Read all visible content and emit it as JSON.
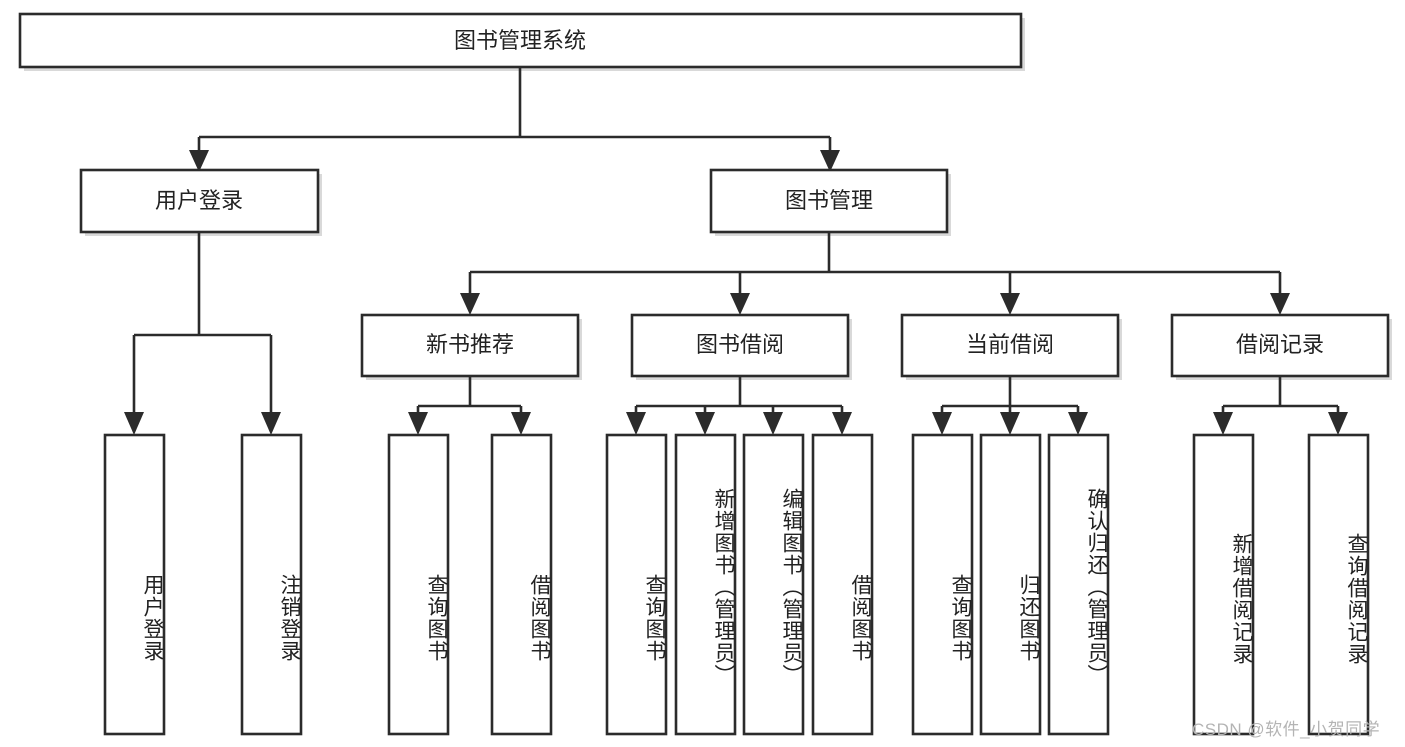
{
  "diagram": {
    "type": "hierarchy-tree",
    "title": "图书管理系统",
    "root": {
      "id": "root",
      "label": "图书管理系统"
    },
    "level2": [
      {
        "id": "user-login",
        "label": "用户登录"
      },
      {
        "id": "book-management",
        "label": "图书管理"
      }
    ],
    "level3": [
      {
        "id": "new-book-recommend",
        "label": "新书推荐",
        "parent": "book-management"
      },
      {
        "id": "book-borrow",
        "label": "图书借阅",
        "parent": "book-management"
      },
      {
        "id": "current-borrow",
        "label": "当前借阅",
        "parent": "book-management"
      },
      {
        "id": "borrow-record",
        "label": "借阅记录",
        "parent": "book-management"
      }
    ],
    "leaves": [
      {
        "id": "leaf-user-login",
        "label": "用户登录",
        "parent": "user-login"
      },
      {
        "id": "leaf-logout-login",
        "label": "注销登录",
        "parent": "user-login"
      },
      {
        "id": "leaf-query-book-1",
        "label": "查询图书",
        "parent": "new-book-recommend"
      },
      {
        "id": "leaf-borrow-book-1",
        "label": "借阅图书",
        "parent": "new-book-recommend"
      },
      {
        "id": "leaf-query-book-2",
        "label": "查询图书",
        "parent": "book-borrow"
      },
      {
        "id": "leaf-add-book",
        "label": "新增图书（管理员）",
        "parent": "book-borrow"
      },
      {
        "id": "leaf-edit-book",
        "label": "编辑图书（管理员）",
        "parent": "book-borrow"
      },
      {
        "id": "leaf-borrow-book-2",
        "label": "借阅图书",
        "parent": "book-borrow"
      },
      {
        "id": "leaf-query-book-3",
        "label": "查询图书",
        "parent": "current-borrow"
      },
      {
        "id": "leaf-return-book",
        "label": "归还图书",
        "parent": "current-borrow"
      },
      {
        "id": "leaf-confirm-return",
        "label": "确认归还（管理员）",
        "parent": "current-borrow"
      },
      {
        "id": "leaf-add-record",
        "label": "新增借阅记录",
        "parent": "borrow-record"
      },
      {
        "id": "leaf-query-record",
        "label": "查询借阅记录",
        "parent": "borrow-record"
      }
    ],
    "colors": {
      "stroke": "#2b2b2b",
      "fill": "#ffffff",
      "text": "#222222",
      "watermark": "#b4b4b4"
    }
  },
  "watermark": {
    "text": "CSDN @软件_小贺同学"
  }
}
